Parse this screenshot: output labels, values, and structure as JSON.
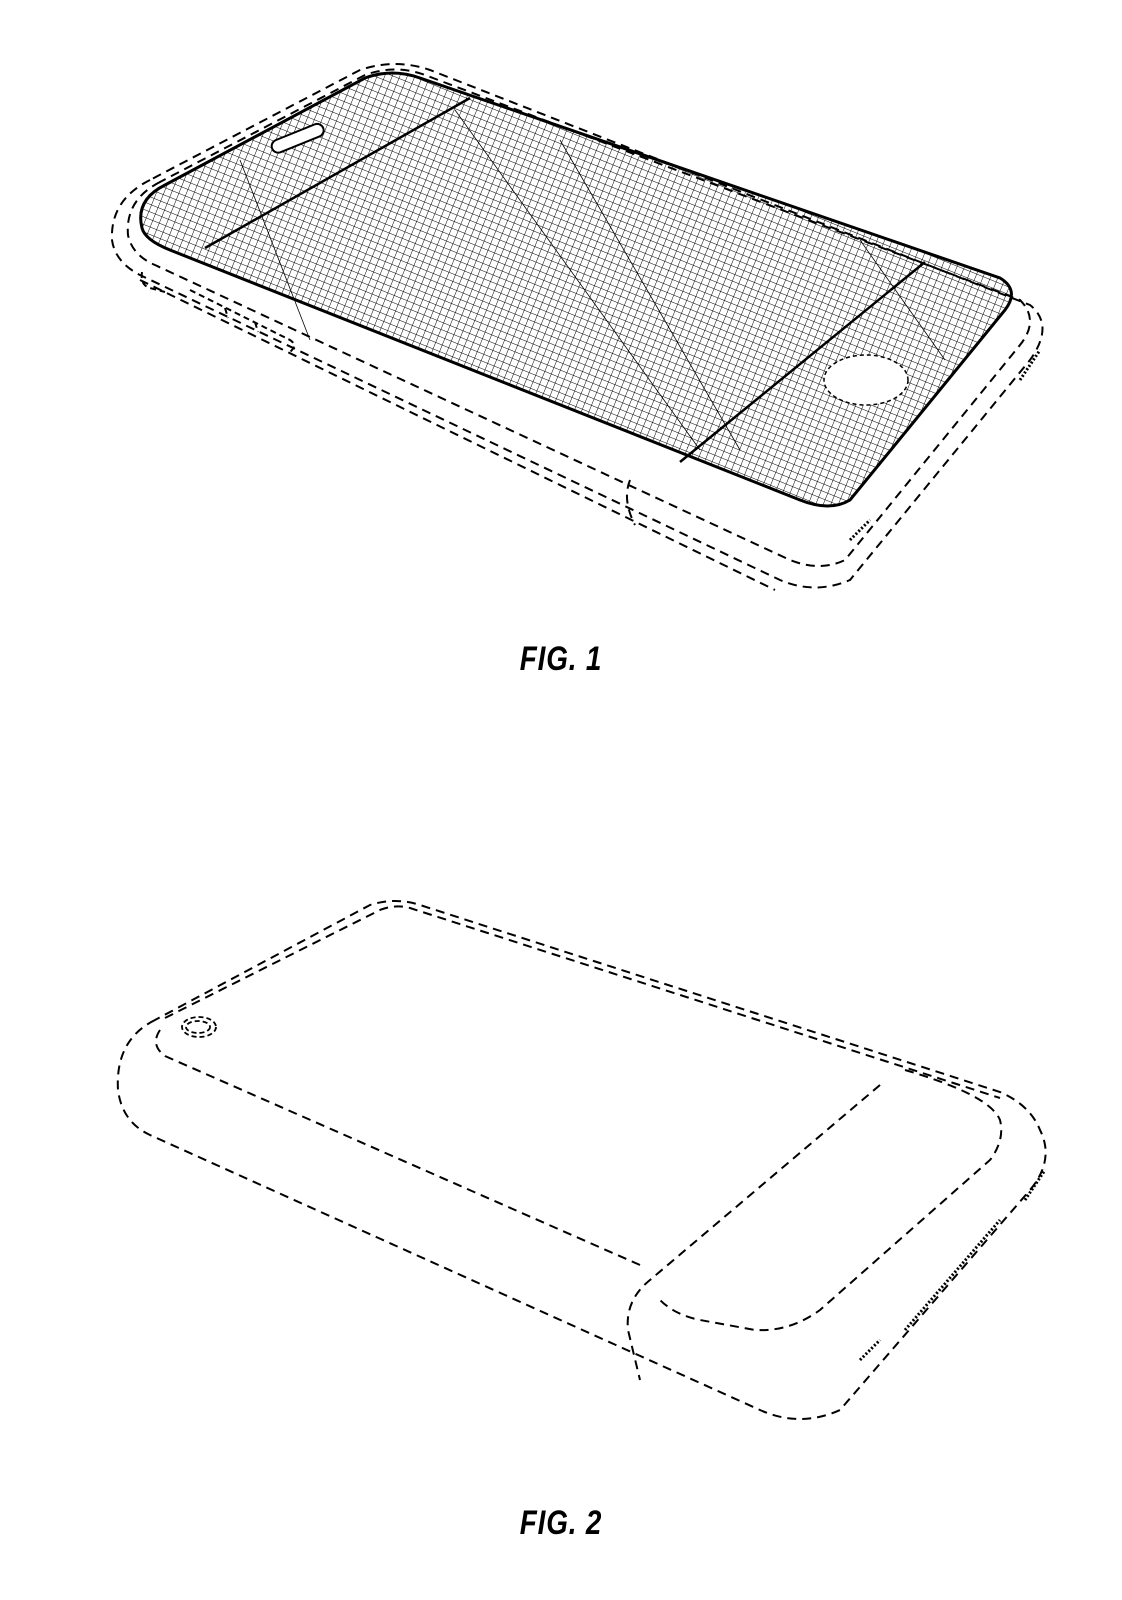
{
  "sheet": {
    "background_color": "#ffffff",
    "line_color": "#000000"
  },
  "figures": [
    {
      "label": "FIG. 1",
      "view": "front-perspective",
      "elements": [
        "screen-grid-hatching",
        "speaker-slot",
        "home-button",
        "dashed-body-outline",
        "side-buttons"
      ]
    },
    {
      "label": "FIG. 2",
      "view": "rear-perspective",
      "elements": [
        "camera-lens",
        "dashed-body-outline",
        "bottom-cap-outline"
      ]
    }
  ]
}
